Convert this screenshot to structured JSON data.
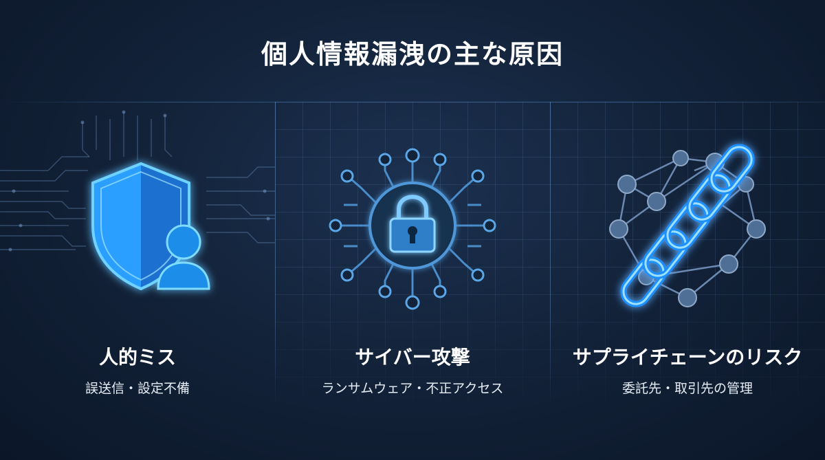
{
  "title": "個人情報漏洩の主な原因",
  "cards": [
    {
      "title": "人的ミス",
      "subtitle": "誤送信・設定不備",
      "icon": "shield-user-icon"
    },
    {
      "title": "サイバー攻撃",
      "subtitle": "ランサムウェア・不正アクセス",
      "icon": "padlock-circuit-icon"
    },
    {
      "title": "サプライチェーンのリスク",
      "subtitle": "委託先・取引先の管理",
      "icon": "chain-network-icon"
    }
  ],
  "colors": {
    "accent": "#3fb6ff",
    "background": "#13233a",
    "node": "#4f6f96"
  }
}
